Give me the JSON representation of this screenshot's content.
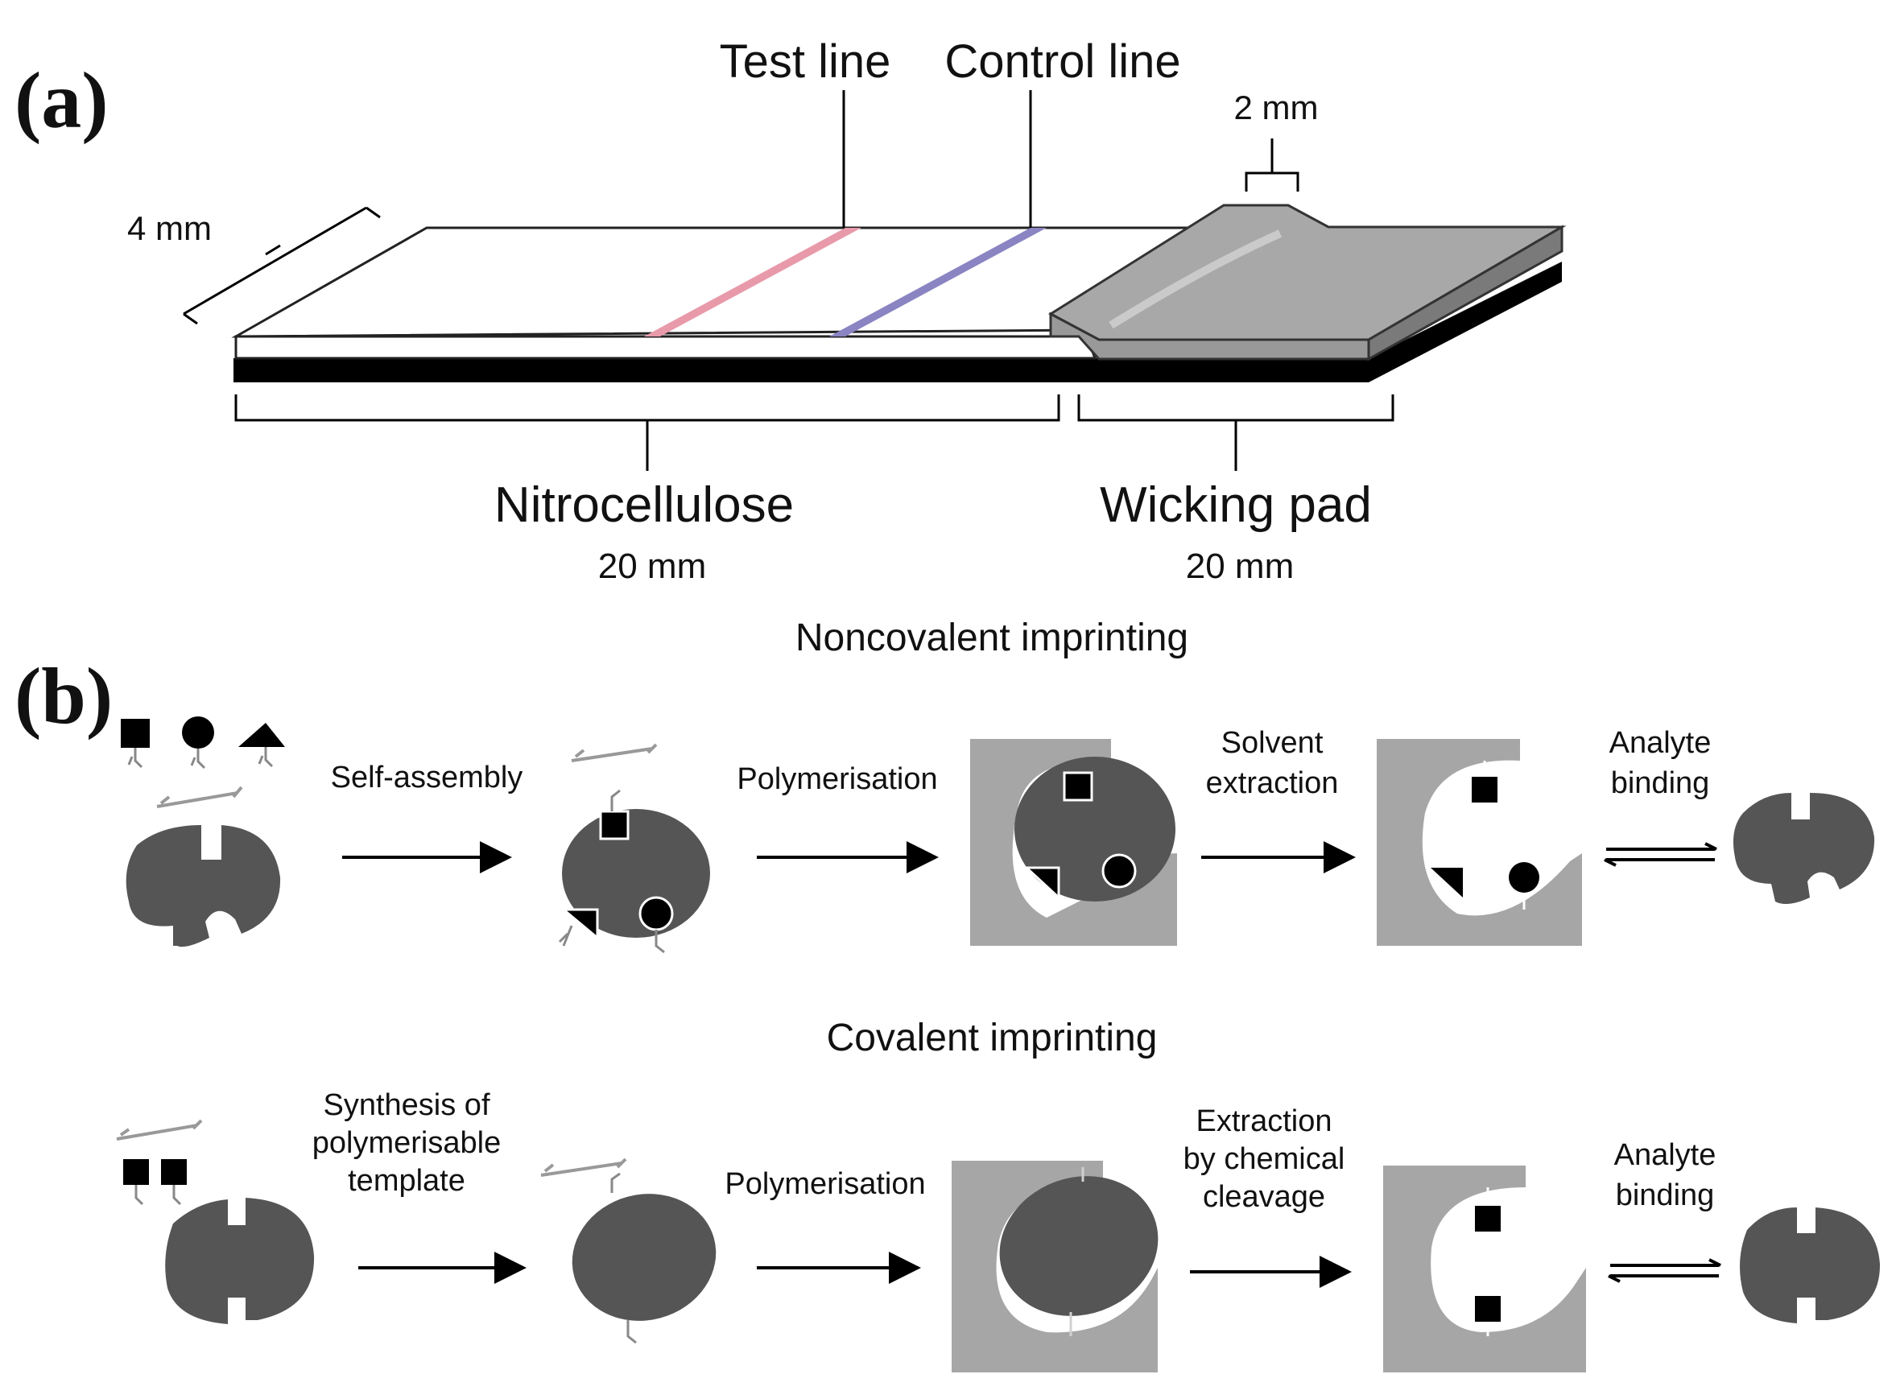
{
  "panel_a": {
    "label": "(a)",
    "test_line": "Test line",
    "control_line": "Control line",
    "width_label": "4 mm",
    "step_label": "2 mm",
    "nitro_label": "Nitrocellulose",
    "nitro_length": "20 mm",
    "wick_label": "Wicking pad",
    "wick_length": "20 mm",
    "colors": {
      "test_line": "#e89aaa",
      "control_line": "#8a84c2",
      "pad": "#a8a8a8",
      "backing": "#000000"
    }
  },
  "panel_b": {
    "label": "(b)",
    "noncovalent": {
      "title": "Noncovalent imprinting",
      "steps": {
        "self_assembly": "Self-assembly",
        "polymerisation": "Polymerisation",
        "extraction_1": "Solvent",
        "extraction_2": "extraction",
        "binding_1": "Analyte",
        "binding_2": "binding"
      }
    },
    "covalent": {
      "title": "Covalent imprinting",
      "steps": {
        "synthesis_1": "Synthesis of",
        "synthesis_2": "polymerisable",
        "synthesis_3": "template",
        "polymerisation": "Polymerisation",
        "extraction_1": "Extraction",
        "extraction_2": "by chemical",
        "extraction_3": "cleavage",
        "binding_1": "Analyte",
        "binding_2": "binding"
      }
    },
    "colors": {
      "template": "#555555",
      "polymer": "#a6a6a6"
    }
  }
}
